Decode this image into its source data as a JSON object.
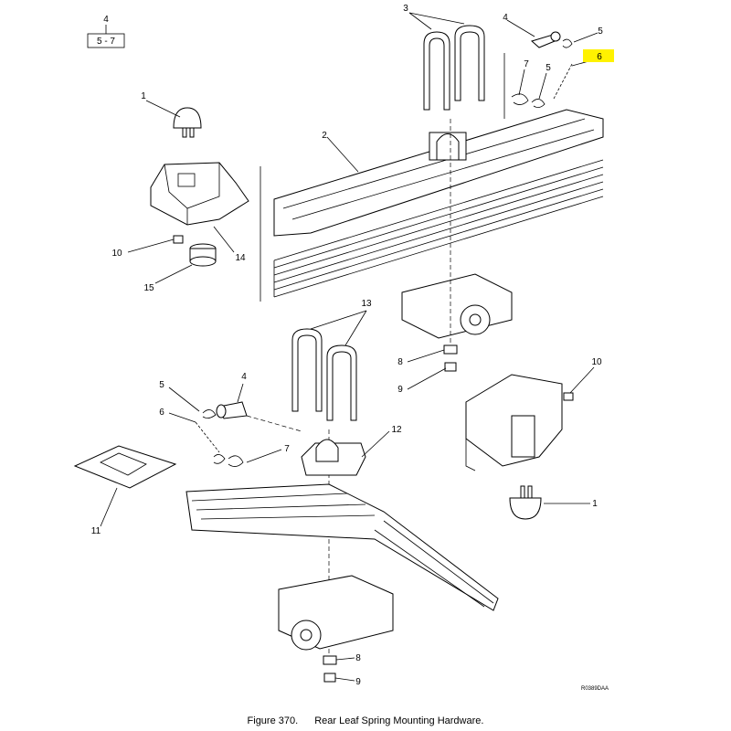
{
  "ref_box": {
    "top": "4",
    "bottom": "5 - 7"
  },
  "callouts": {
    "c1_top": "1",
    "c1_right": "1",
    "c2": "2",
    "c3": "3",
    "c4_top": "4",
    "c4_left": "4",
    "c5_top_a": "5",
    "c5_top_b": "5",
    "c5_left": "5",
    "c6_top": "6",
    "c6_left": "6",
    "c7_top": "7",
    "c7_left": "7",
    "c8_mid": "8",
    "c8_bottom": "8",
    "c9_mid": "9",
    "c9_bottom": "9",
    "c10_left": "10",
    "c10_right": "10",
    "c11": "11",
    "c12": "12",
    "c13": "13",
    "c14": "14",
    "c15": "15"
  },
  "highlight_callout": "6",
  "highlight_color": "#fff200",
  "drawing_id": "R0389DAA",
  "caption": {
    "number": "Figure 370.",
    "title": "Rear Leaf Spring Mounting Hardware."
  }
}
